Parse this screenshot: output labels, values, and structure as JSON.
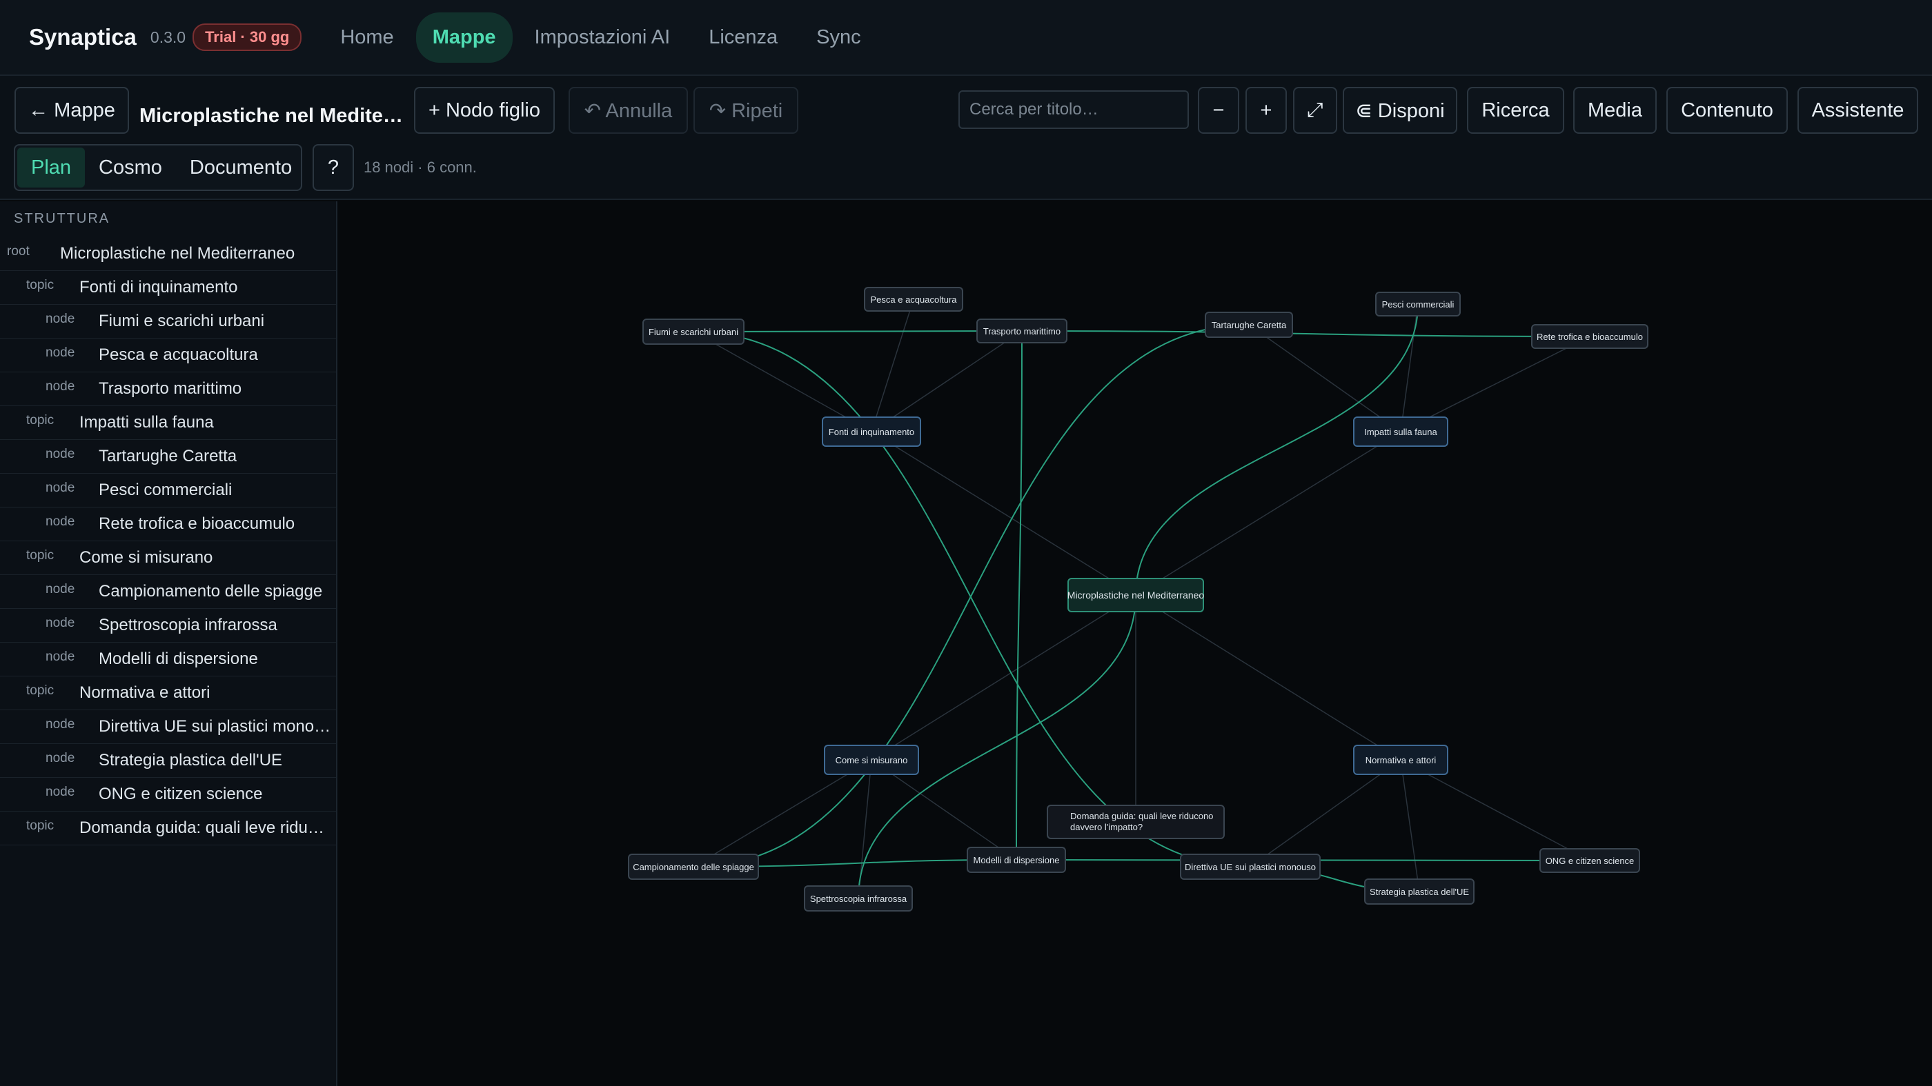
{
  "app": {
    "name": "Synaptica",
    "version": "0.3.0",
    "trial_badge": "Trial · 30 gg",
    "nav": [
      "Home",
      "Mappe",
      "Impostazioni AI",
      "Licenza",
      "Sync"
    ],
    "nav_active": "Mappe"
  },
  "toolbar": {
    "back_label": "← Mappe",
    "map_title": "Microplastiche nel Mediterraneo",
    "add_child_label": "+ Nodo figlio",
    "undo_label": "↶ Annulla",
    "redo_label": "↷ Ripeti",
    "search_placeholder": "Cerca per titolo…",
    "zoom_out_label": "−",
    "zoom_in_label": "+",
    "fit_label": "⤢",
    "arrange_label": "⋐ Disponi",
    "research_label": "Ricerca",
    "media_label": "Media",
    "content_label": "Contenuto",
    "assistant_label": "Assistente",
    "views": [
      "Plan",
      "Cosmo",
      "Documento"
    ],
    "view_active": "Plan",
    "help_label": "?",
    "stats": "18 nodi · 6 conn."
  },
  "sidebar": {
    "heading": "STRUTTURA",
    "items": [
      {
        "type": "root",
        "label": "Microplastiche nel Mediterraneo"
      },
      {
        "type": "topic",
        "label": "Fonti di inquinamento"
      },
      {
        "type": "node",
        "label": "Fiumi e scarichi urbani"
      },
      {
        "type": "node",
        "label": "Pesca e acquacoltura"
      },
      {
        "type": "node",
        "label": "Trasporto marittimo"
      },
      {
        "type": "topic",
        "label": "Impatti sulla fauna"
      },
      {
        "type": "node",
        "label": "Tartarughe Caretta"
      },
      {
        "type": "node",
        "label": "Pesci commerciali"
      },
      {
        "type": "node",
        "label": "Rete trofica e bioaccumulo"
      },
      {
        "type": "topic",
        "label": "Come si misurano"
      },
      {
        "type": "node",
        "label": "Campionamento delle spiagge"
      },
      {
        "type": "node",
        "label": "Spettroscopia infrarossa"
      },
      {
        "type": "node",
        "label": "Modelli di dispersione"
      },
      {
        "type": "topic",
        "label": "Normativa e attori"
      },
      {
        "type": "node",
        "label": "Direttiva UE sui plastici monouso"
      },
      {
        "type": "node",
        "label": "Strategia plastica dell'UE"
      },
      {
        "type": "node",
        "label": "ONG e citizen science"
      },
      {
        "type": "topic",
        "label": "Domanda guida: quali leve riducono davvero l'impatto?"
      }
    ]
  },
  "graph": {
    "nodes": [
      {
        "id": "pesca",
        "label": "Pesca e acquacoltura",
        "kind": "node"
      },
      {
        "id": "fiumi",
        "label": "Fiumi e scarichi urbani",
        "kind": "node"
      },
      {
        "id": "trasporto",
        "label": "Trasporto marittimo",
        "kind": "node"
      },
      {
        "id": "tartarughe",
        "label": "Tartarughe Caretta",
        "kind": "node"
      },
      {
        "id": "pesci",
        "label": "Pesci commerciali",
        "kind": "node"
      },
      {
        "id": "rete",
        "label": "Rete trofica e bioaccumulo",
        "kind": "node"
      },
      {
        "id": "fonti",
        "label": "Fonti di inquinamento",
        "kind": "topic"
      },
      {
        "id": "impatti",
        "label": "Impatti sulla fauna",
        "kind": "topic"
      },
      {
        "id": "root",
        "label": "Microplastiche nel Mediterraneo",
        "kind": "root"
      },
      {
        "id": "misurano",
        "label": "Come si misurano",
        "kind": "topic"
      },
      {
        "id": "normativa",
        "label": "Normativa e attori",
        "kind": "topic"
      },
      {
        "id": "domanda",
        "label": "Domanda guida: quali leve riducono davvero l'impatto?",
        "kind": "question"
      },
      {
        "id": "campionamento",
        "label": "Campionamento delle spiagge",
        "kind": "node"
      },
      {
        "id": "modelli",
        "label": "Modelli di dispersione",
        "kind": "node"
      },
      {
        "id": "direttiva",
        "label": "Direttiva UE sui plastici monouso",
        "kind": "node"
      },
      {
        "id": "ong",
        "label": "ONG e citizen science",
        "kind": "node"
      },
      {
        "id": "spettroscopia",
        "label": "Spettroscopia infrarossa",
        "kind": "node"
      },
      {
        "id": "strategia",
        "label": "Strategia plastica dell'UE",
        "kind": "node"
      }
    ],
    "hierarchy": [
      [
        "root",
        "fonti"
      ],
      [
        "root",
        "impatti"
      ],
      [
        "root",
        "misurano"
      ],
      [
        "root",
        "normativa"
      ],
      [
        "root",
        "domanda"
      ],
      [
        "fonti",
        "fiumi"
      ],
      [
        "fonti",
        "pesca"
      ],
      [
        "fonti",
        "trasporto"
      ],
      [
        "impatti",
        "tartarughe"
      ],
      [
        "impatti",
        "pesci"
      ],
      [
        "impatti",
        "rete"
      ],
      [
        "misurano",
        "campionamento"
      ],
      [
        "misurano",
        "spettroscopia"
      ],
      [
        "misurano",
        "modelli"
      ],
      [
        "normativa",
        "direttiva"
      ],
      [
        "normativa",
        "strategia"
      ],
      [
        "normativa",
        "ong"
      ]
    ],
    "connections": [
      [
        "fiumi",
        "trasporto"
      ],
      [
        "trasporto",
        "rete"
      ],
      [
        "fiumi",
        "direttiva"
      ],
      [
        "campionamento",
        "tartarughe"
      ],
      [
        "root",
        "pesci"
      ],
      [
        "spettroscopia",
        "root"
      ],
      [
        "trasporto",
        "modelli"
      ],
      [
        "campionamento",
        "modelli"
      ],
      [
        "modelli",
        "ong"
      ],
      [
        "direttiva",
        "strategia"
      ]
    ],
    "colors": {
      "connection": "#2aa07f",
      "hierarchy": "#2a333c"
    }
  }
}
